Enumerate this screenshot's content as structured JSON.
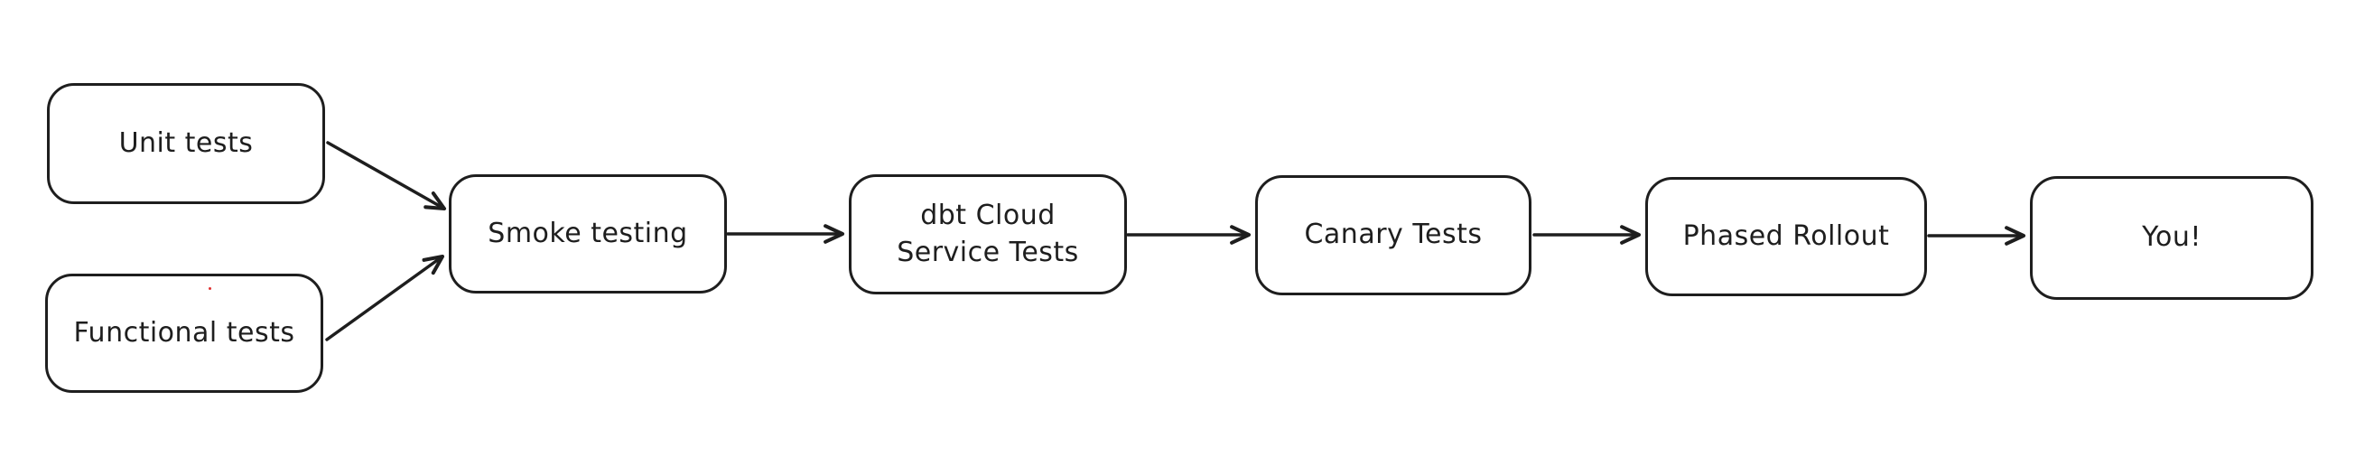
{
  "diagram": {
    "type": "flowchart",
    "direction": "left-to-right",
    "colors": {
      "background": "#ffffff",
      "stroke": "#1e1e1e",
      "text": "#1e1e1e",
      "node_fill": "#ffffff",
      "artifact_red": "#e03131"
    },
    "nodes": [
      {
        "id": "unit-tests",
        "label": "Unit tests"
      },
      {
        "id": "functional-tests",
        "label": "Functional tests"
      },
      {
        "id": "smoke-testing",
        "label": "Smoke testing"
      },
      {
        "id": "dbt-cloud-service-tests",
        "label": "dbt Cloud Service Tests",
        "line1": "dbt Cloud",
        "line2": "Service Tests"
      },
      {
        "id": "canary-tests",
        "label": "Canary Tests"
      },
      {
        "id": "phased-rollout",
        "label": "Phased Rollout"
      },
      {
        "id": "you",
        "label": "You!"
      }
    ],
    "edges": [
      {
        "from": "unit-tests",
        "to": "smoke-testing"
      },
      {
        "from": "functional-tests",
        "to": "smoke-testing"
      },
      {
        "from": "smoke-testing",
        "to": "dbt-cloud-service-tests"
      },
      {
        "from": "dbt-cloud-service-tests",
        "to": "canary-tests"
      },
      {
        "from": "canary-tests",
        "to": "phased-rollout"
      },
      {
        "from": "phased-rollout",
        "to": "you"
      }
    ]
  }
}
